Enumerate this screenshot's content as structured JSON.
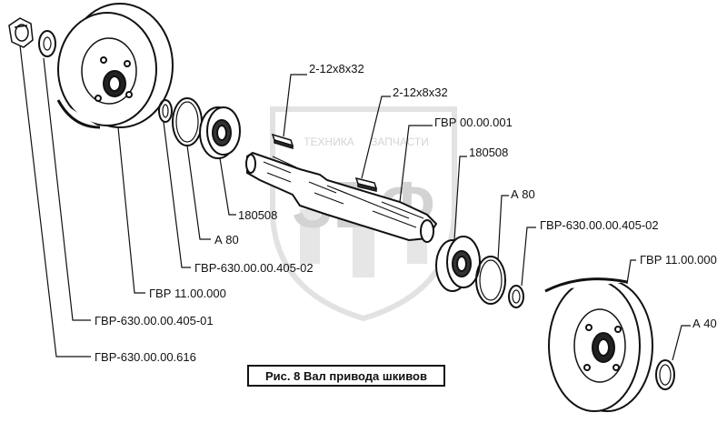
{
  "figure": {
    "caption": "Рис. 8    Вал привода шкивов",
    "watermark": {
      "top_text_left": "ТЕХНИКА",
      "top_text_right": "ЗАПЧАСТИ",
      "logo_letters": "ЗБФ"
    }
  },
  "callouts": {
    "nut": "ГВР-630.00.00.616",
    "washer_left": "ГВР-630.00.00.405-01",
    "pulley_left": "ГВР 11.00.000",
    "washer_thin_left": "ГВР-630.00.00.405-02",
    "ring_left": "А 80",
    "bearing_left": "180508",
    "key_upper": "2-12x8x32",
    "key_lower": "2-12x8x32",
    "shaft": "ГВР 00.00.001",
    "bearing_right": "180508",
    "ring_right": "А 80",
    "washer_right": "ГВР-630.00.00.405-02",
    "pulley_right": "ГВР 11.00.000",
    "snap_ring": "А 40"
  }
}
